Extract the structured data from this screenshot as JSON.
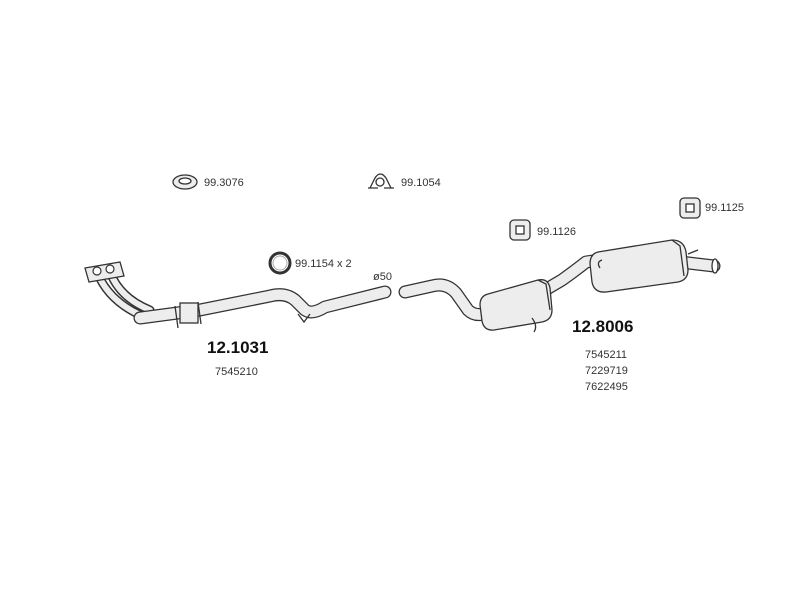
{
  "parts": {
    "gasket": {
      "code": "99.3076"
    },
    "clamp": {
      "code": "99.1054"
    },
    "rubber_mount_mid": {
      "code": "99.1126"
    },
    "rubber_mount_rear": {
      "code": "99.1125"
    },
    "ring": {
      "code": "99.1154 x 2"
    }
  },
  "front_pipe": {
    "part_number": "12.1031",
    "oem_numbers": [
      "7545210"
    ],
    "diameter": "ø50"
  },
  "rear_system": {
    "part_number": "12.8006",
    "oem_numbers": [
      "7545211",
      "7229719",
      "7622495"
    ]
  },
  "colors": {
    "line": "#333333",
    "fill": "#ededed",
    "background": "#ffffff"
  }
}
